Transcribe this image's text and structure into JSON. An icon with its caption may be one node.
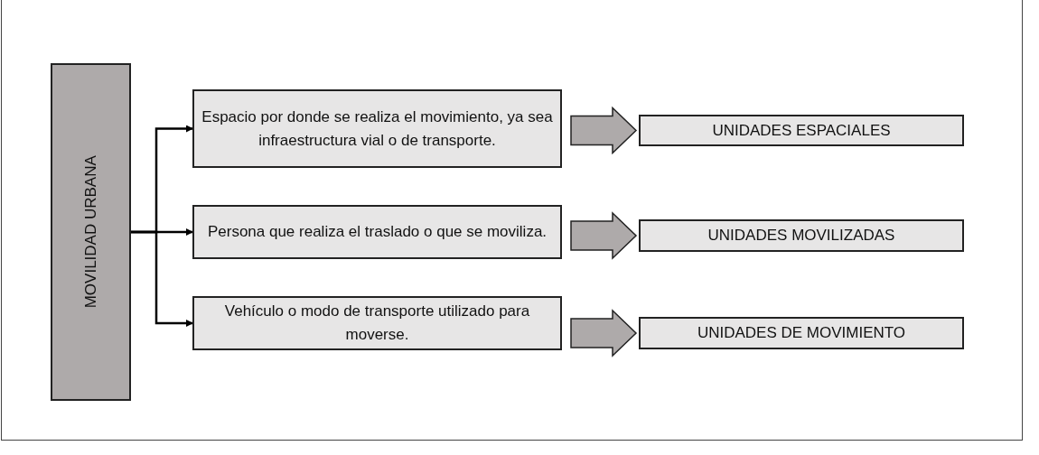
{
  "diagram": {
    "nodes": [
      {
        "text": [
          "MOVILIDAD URBANA"
        ]
      },
      {
        "text": [
          "Espacio por donde se realiza el movimiento, ya sea infraestructura vial o de transporte."
        ]
      },
      {
        "text": [
          "Persona que realiza el traslado o que se moviliza."
        ]
      },
      {
        "text": [
          "Vehículo o modo de transporte utilizado para moverse."
        ]
      },
      {
        "text": [
          "UNIDADES ESPACIALES"
        ]
      },
      {
        "text": [
          "UNIDADES MOVILIZADAS"
        ]
      },
      {
        "text": [
          "UNIDADES DE MOVIMIENTO"
        ]
      }
    ],
    "edges": [
      {
        "from": 0,
        "to": 1,
        "arrow": "to"
      },
      {
        "from": 0,
        "to": 2,
        "arrow": "to"
      },
      {
        "from": 0,
        "to": 3,
        "arrow": "to"
      },
      {
        "from": 1,
        "to": 4,
        "arrow": "to",
        "style": "thick"
      },
      {
        "from": 2,
        "to": 5,
        "arrow": "to",
        "style": "thick"
      },
      {
        "from": 3,
        "to": 6,
        "arrow": "to",
        "style": "thick"
      }
    ]
  }
}
